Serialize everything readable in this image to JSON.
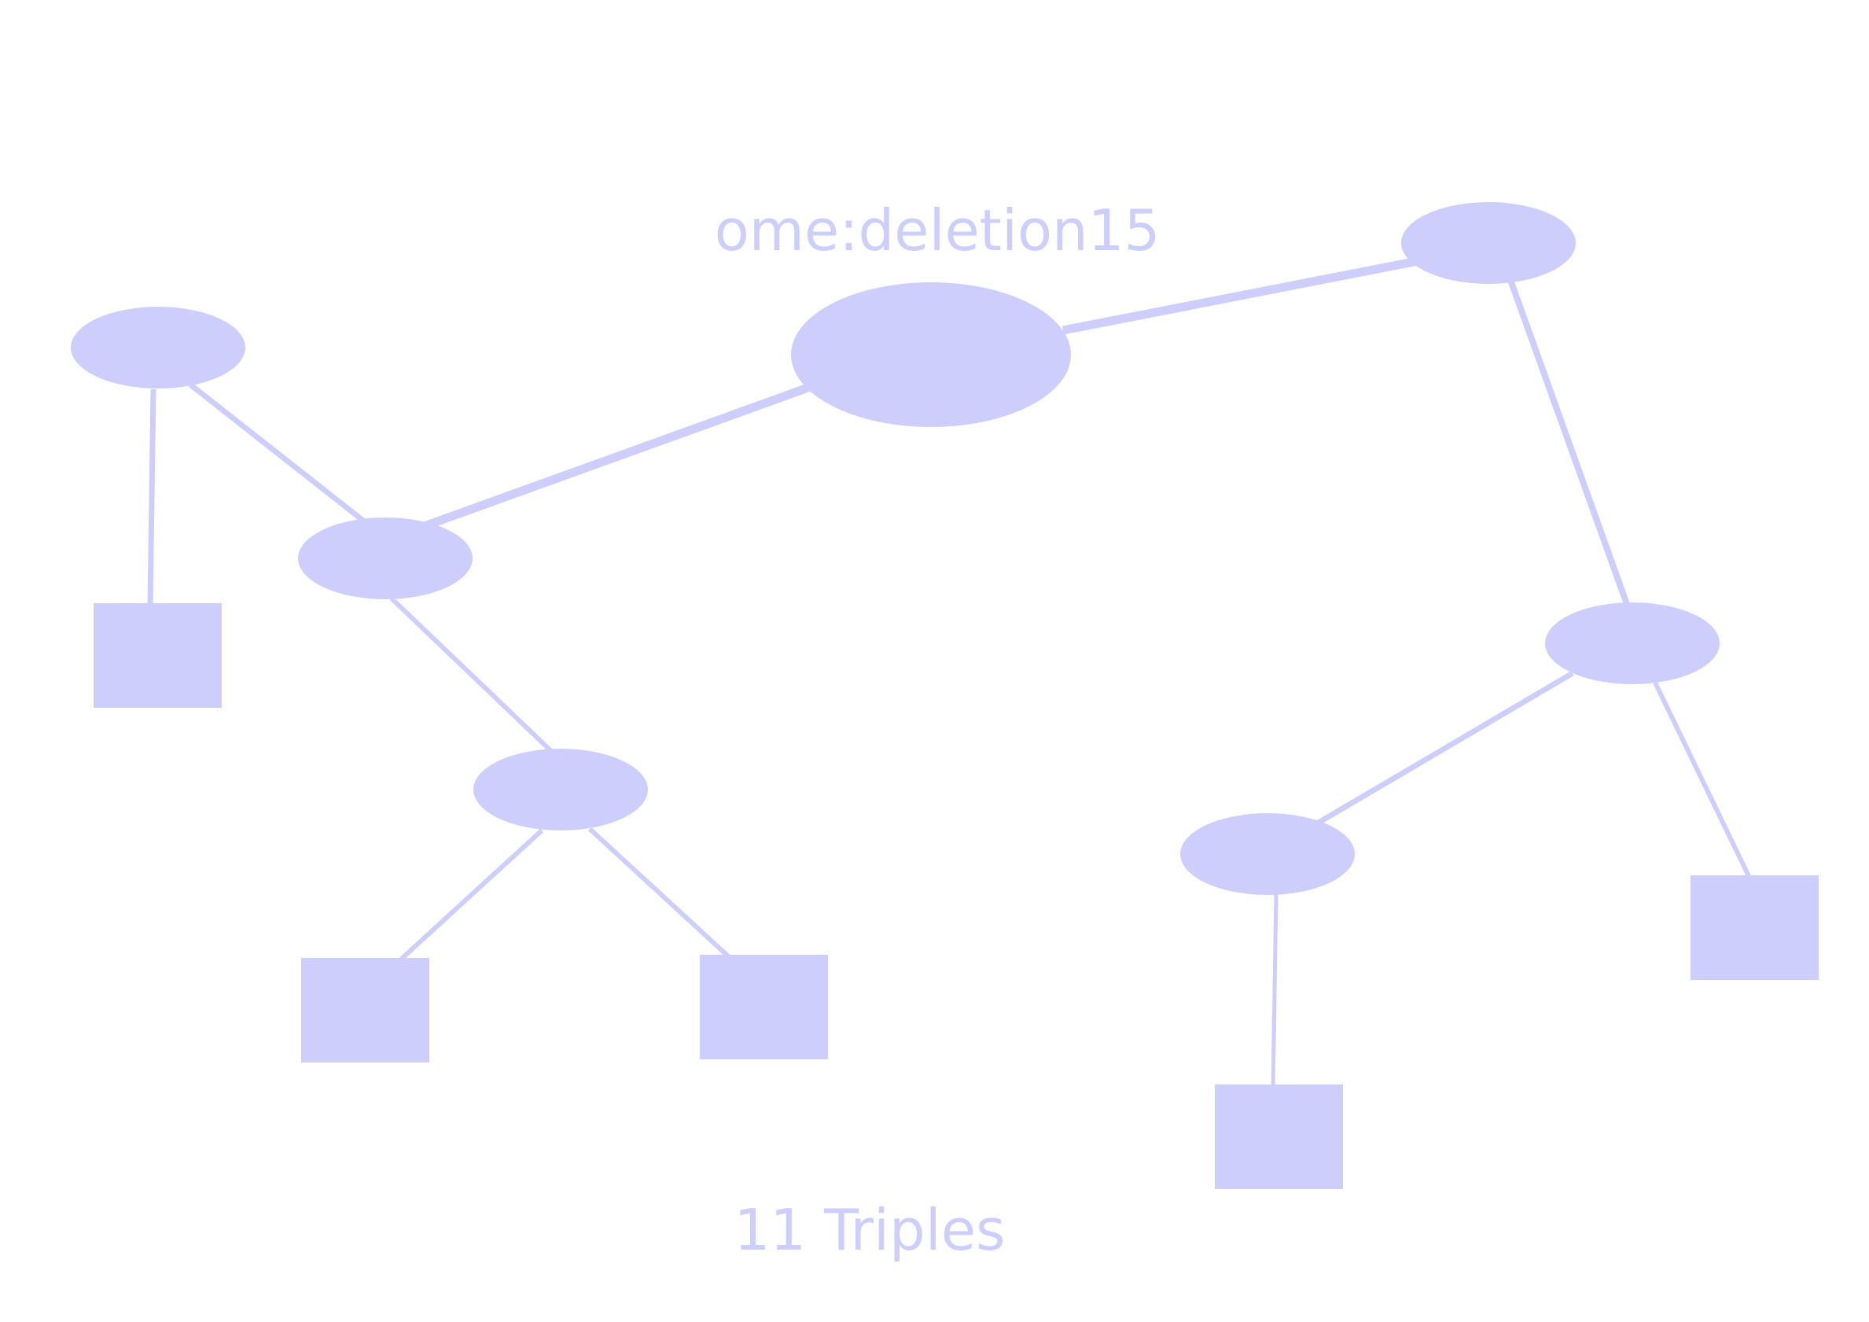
{
  "diagram": {
    "title": "ome:deletion15",
    "caption": "11 Triples",
    "color": "#cecefc",
    "nodes": [
      {
        "id": "root",
        "shape": "ellipse"
      },
      {
        "id": "right-top",
        "shape": "ellipse"
      },
      {
        "id": "right-mid",
        "shape": "ellipse"
      },
      {
        "id": "right-lower",
        "shape": "ellipse"
      },
      {
        "id": "left-hub",
        "shape": "ellipse"
      },
      {
        "id": "left-top",
        "shape": "ellipse"
      },
      {
        "id": "left-lower",
        "shape": "ellipse"
      },
      {
        "id": "literal-left",
        "shape": "rectangle"
      },
      {
        "id": "literal-bottom-left",
        "shape": "rectangle"
      },
      {
        "id": "literal-bottom-mid",
        "shape": "rectangle"
      },
      {
        "id": "literal-right",
        "shape": "rectangle"
      },
      {
        "id": "literal-bottom-right",
        "shape": "rectangle"
      }
    ],
    "edges": [
      {
        "from": "root",
        "to": "right-top"
      },
      {
        "from": "right-top",
        "to": "right-mid"
      },
      {
        "from": "right-mid",
        "to": "right-lower"
      },
      {
        "from": "right-mid",
        "to": "literal-right"
      },
      {
        "from": "right-lower",
        "to": "literal-bottom-right"
      },
      {
        "from": "root",
        "to": "left-hub"
      },
      {
        "from": "left-top",
        "to": "left-hub"
      },
      {
        "from": "left-top",
        "to": "literal-left"
      },
      {
        "from": "left-hub",
        "to": "left-lower"
      },
      {
        "from": "left-lower",
        "to": "literal-bottom-left"
      },
      {
        "from": "left-lower",
        "to": "literal-bottom-mid"
      }
    ]
  }
}
